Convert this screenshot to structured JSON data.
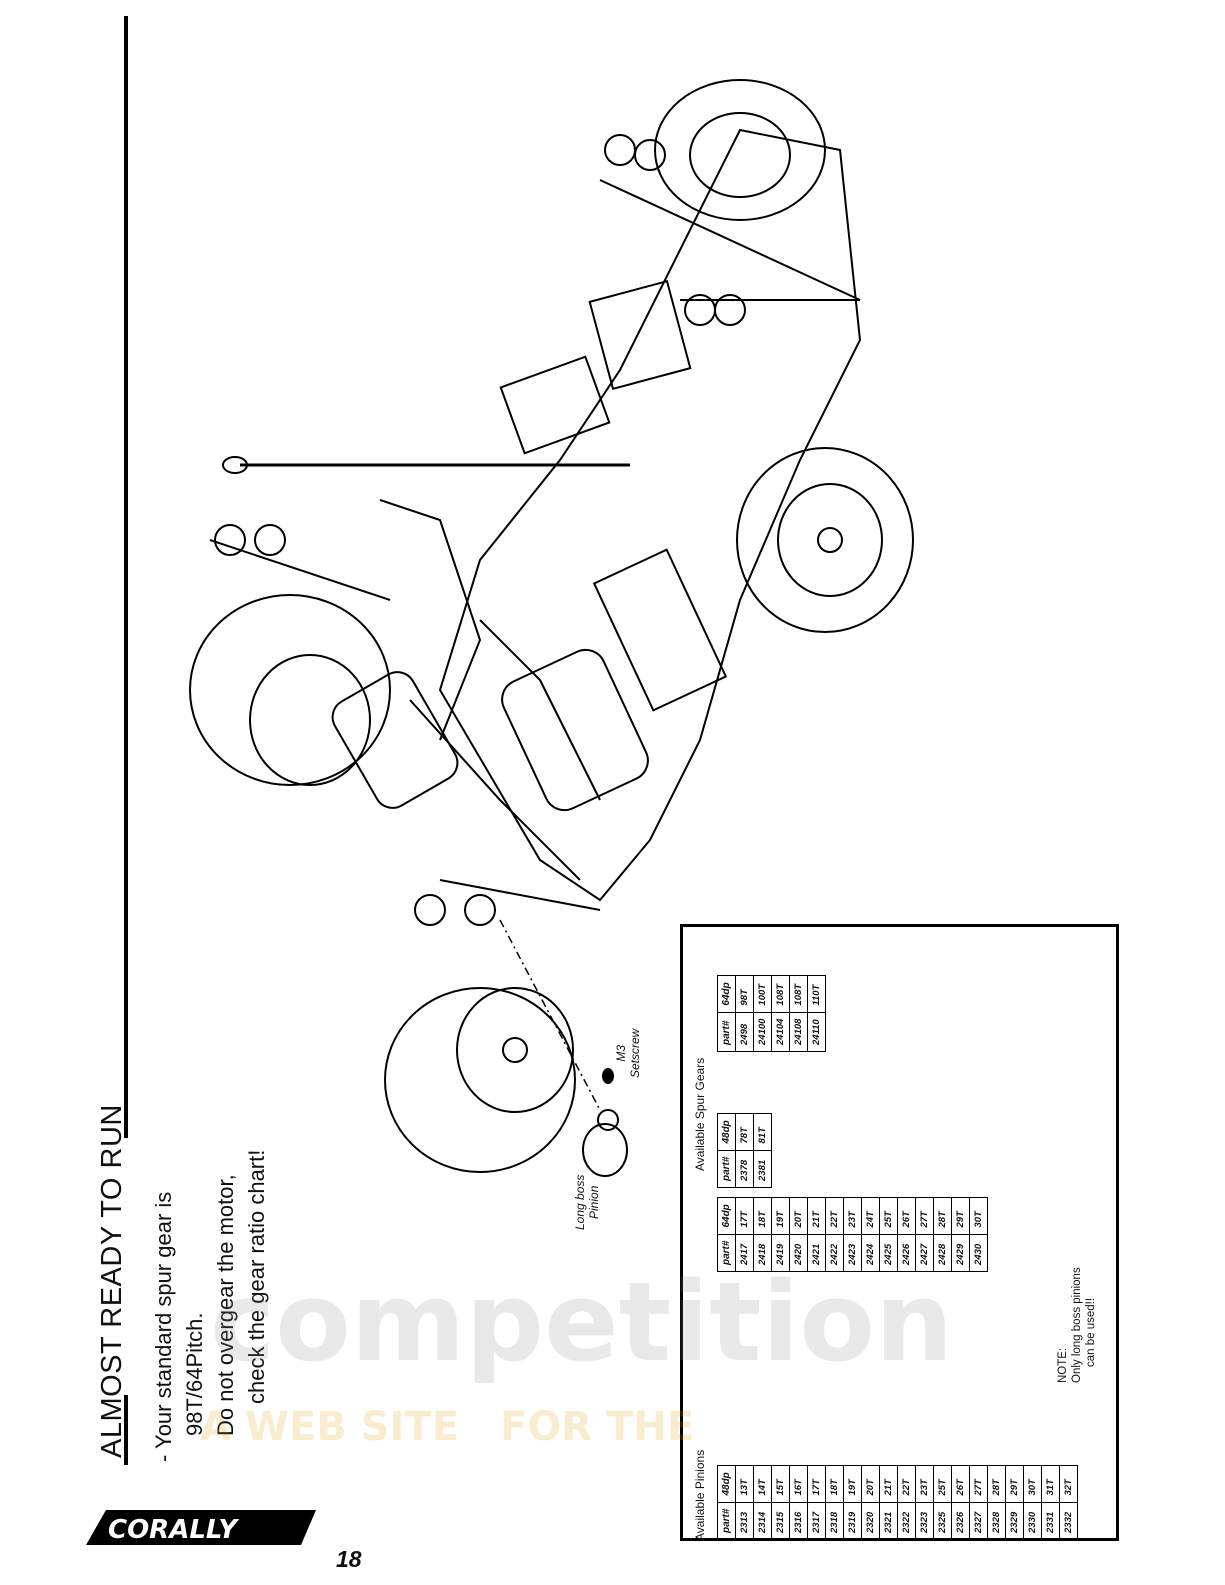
{
  "page": {
    "title": "ALMOST READY TO RUN",
    "description": [
      "- Your standard spur gear is",
      "98T/64Pitch.",
      "Do not overgear the motor,",
      "check the gear ratio chart!"
    ],
    "page_number": "18",
    "brand": "CORALLY"
  },
  "diagram_labels": {
    "pinion": [
      "Long boss",
      "Pinion"
    ],
    "setscrew": [
      "M3",
      "Setscrew"
    ]
  },
  "pinions": {
    "caption": "Available Pinions",
    "headers_48": [
      "part#",
      "48dp"
    ],
    "rows_48": [
      [
        "2313",
        "13T"
      ],
      [
        "2314",
        "14T"
      ],
      [
        "2315",
        "15T"
      ],
      [
        "2316",
        "16T"
      ],
      [
        "2317",
        "17T"
      ],
      [
        "2318",
        "18T"
      ],
      [
        "2319",
        "19T"
      ],
      [
        "2320",
        "20T"
      ],
      [
        "2321",
        "21T"
      ],
      [
        "2322",
        "22T"
      ],
      [
        "2323",
        "23T"
      ],
      [
        "2325",
        "25T"
      ],
      [
        "2326",
        "26T"
      ],
      [
        "2327",
        "27T"
      ],
      [
        "2328",
        "28T"
      ],
      [
        "2329",
        "29T"
      ],
      [
        "2330",
        "30T"
      ],
      [
        "2331",
        "31T"
      ],
      [
        "2332",
        "32T"
      ]
    ],
    "headers_64": [
      "part#",
      "64dp"
    ],
    "rows_64": [
      [
        "2417",
        "17T"
      ],
      [
        "2418",
        "18T"
      ],
      [
        "2419",
        "19T"
      ],
      [
        "2420",
        "20T"
      ],
      [
        "2421",
        "21T"
      ],
      [
        "2422",
        "22T"
      ],
      [
        "2423",
        "23T"
      ],
      [
        "2424",
        "24T"
      ],
      [
        "2425",
        "25T"
      ],
      [
        "2426",
        "26T"
      ],
      [
        "2427",
        "27T"
      ],
      [
        "2428",
        "28T"
      ],
      [
        "2429",
        "29T"
      ],
      [
        "2430",
        "30T"
      ]
    ]
  },
  "spur_gears": {
    "caption": "Available Spur Gears",
    "headers_48": [
      "part#",
      "48dp"
    ],
    "rows_48": [
      [
        "2378",
        "78T"
      ],
      [
        "2381",
        "81T"
      ]
    ],
    "headers_64": [
      "part#",
      "64dp"
    ],
    "rows_64": [
      [
        "2498",
        "98T"
      ],
      [
        "24100",
        "100T"
      ],
      [
        "24104",
        "108T"
      ],
      [
        "24108",
        "108T"
      ],
      [
        "24110",
        "110T"
      ]
    ]
  },
  "note": [
    "NOTE:",
    "Only long boss pinions",
    "can be used!!"
  ],
  "watermark": [
    "competition",
    "A WEB SITE",
    "FOR THE"
  ]
}
